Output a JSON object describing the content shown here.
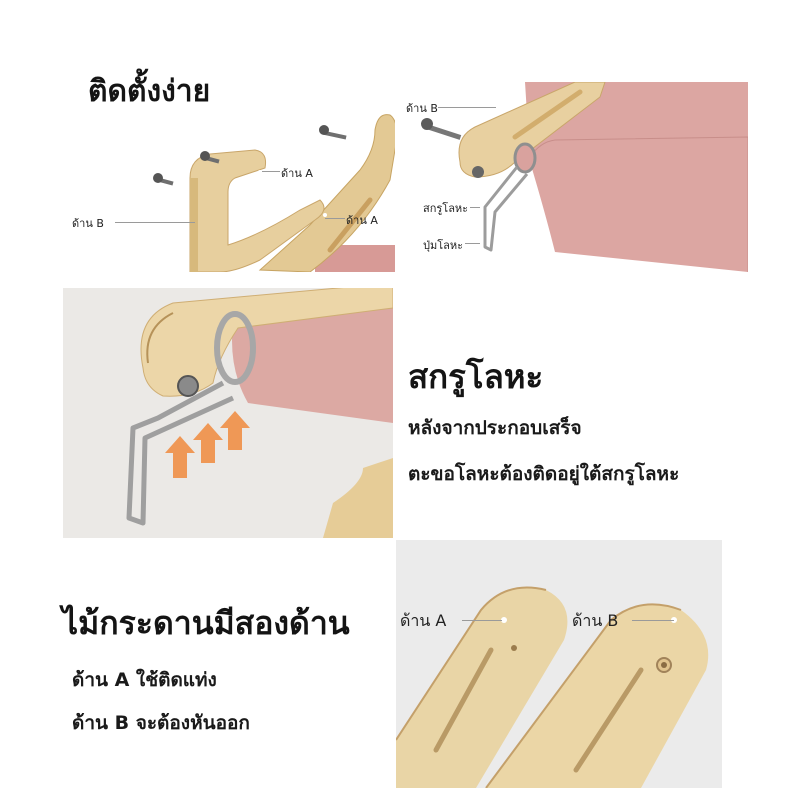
{
  "panel1": {
    "title": "ติดตั้งง่าย",
    "labels": {
      "side_a_top": "ด้าน A",
      "side_a_bottom": "ด้าน A",
      "side_b": "ด้าน B"
    }
  },
  "panel2": {
    "labels": {
      "side_b": "ด้าน B",
      "screw": "สกรูโลหะ",
      "knob": "ปุ่มโลหะ"
    }
  },
  "panel3": {
    "title": "สกรูโลหะ",
    "line1": "หลังจากประกอบเสร็จ",
    "line2": "ตะขอโลหะต้องติดอยู่ใต้สกรูโลหะ"
  },
  "panel4": {
    "title": "ไม้กระดานมีสองด้าน",
    "line1": "ด้าน A ใช้ติดแท่ง",
    "line2": "ด้าน B จะต้องหันออก",
    "labels": {
      "side_a": "ด้าน A",
      "side_b": "ด้าน B"
    }
  },
  "colors": {
    "wood": "#e7cf9c",
    "wood_edge": "#c9a86a",
    "fabric": "#dba5a0",
    "arrow": "#f08a3c",
    "panel_bg": "#eceae7"
  }
}
